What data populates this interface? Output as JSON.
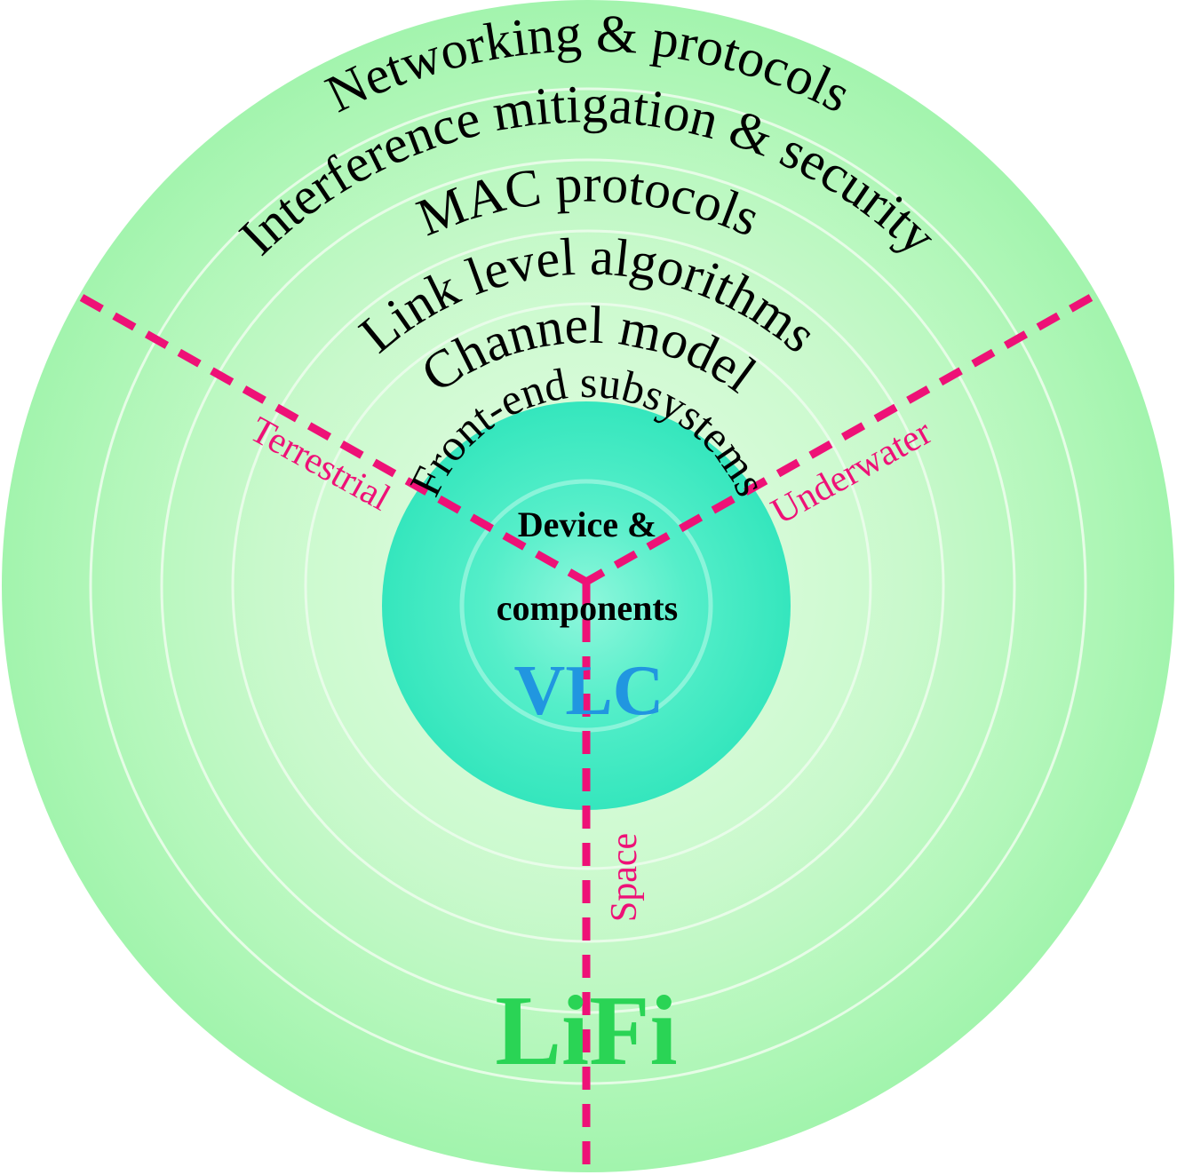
{
  "diagram": {
    "layers": [
      {
        "label": "Networking & protocols"
      },
      {
        "label": "Interference mitigation & security"
      },
      {
        "label": "MAC protocols"
      },
      {
        "label": "Link level algorithms"
      },
      {
        "label": "Channel model"
      },
      {
        "label": "Front-end subsystems"
      }
    ],
    "core": {
      "line1": "Device &",
      "line2": "components"
    },
    "inner_title": "VLC",
    "outer_title": "LiFi",
    "domains": {
      "terrestrial": "Terrestrial",
      "underwater": "Underwater",
      "space": "Space"
    },
    "colors": {
      "outer_ring": "#a6f5b0",
      "mid_fill": "#d0fad0",
      "ring_line": "#e8fde8",
      "vlc_disk": "#3ae8c0",
      "divider": "#ee1177",
      "vlc_text": "#2196e0",
      "lifi_text": "#2ad455"
    }
  }
}
